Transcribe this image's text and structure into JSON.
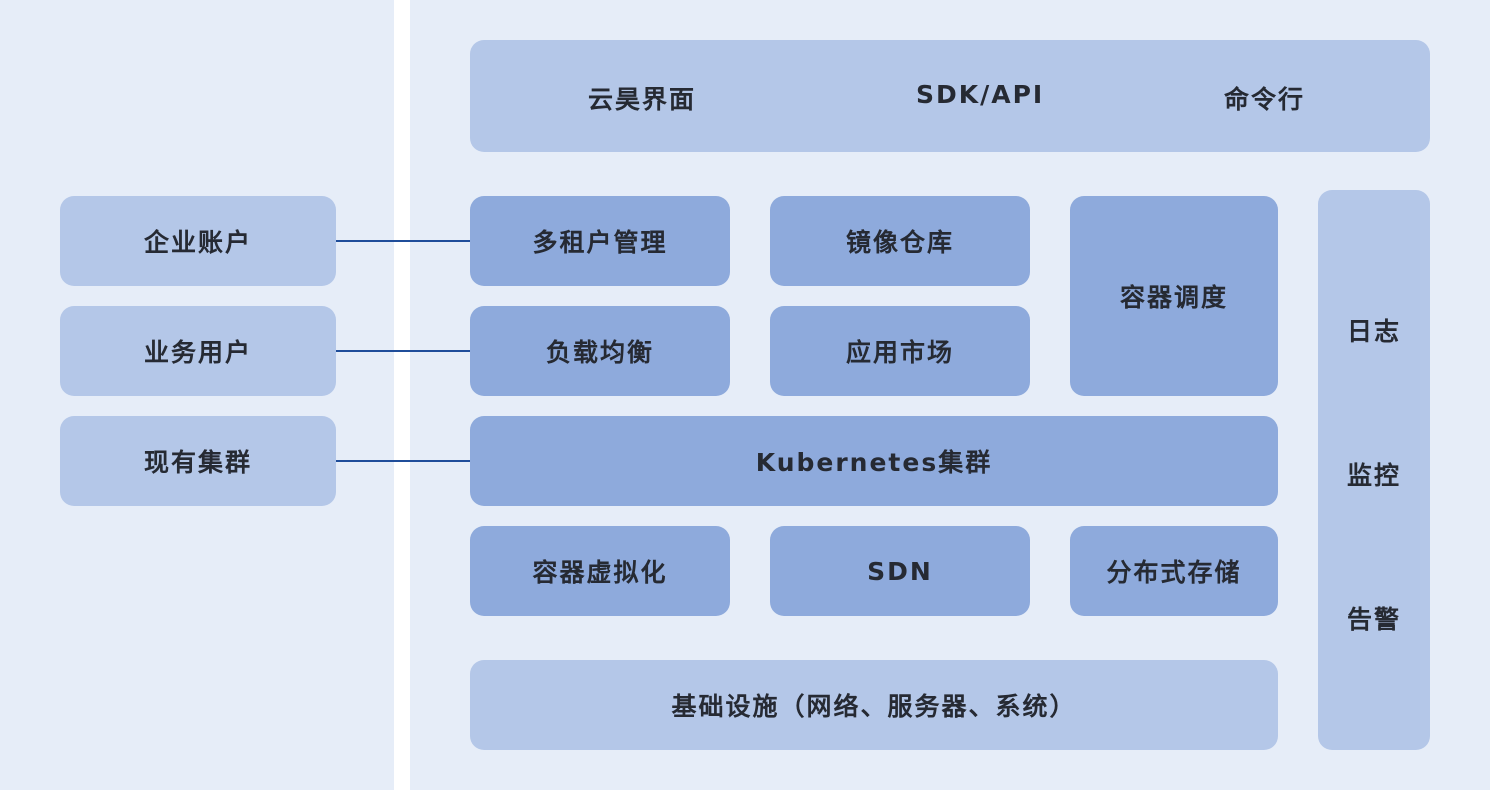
{
  "users": [
    {
      "label": "企业账户"
    },
    {
      "label": "业务用户"
    },
    {
      "label": "现有集群"
    }
  ],
  "access": [
    {
      "label": "云昊界面"
    },
    {
      "label": "SDK/API"
    },
    {
      "label": "命令行"
    }
  ],
  "services": {
    "multi_tenant": "多租户管理",
    "image_repo": "镜像仓库",
    "scheduling": "容器调度",
    "load_balance": "负载均衡",
    "app_market": "应用市场"
  },
  "kubernetes": "Kubernetes集群",
  "runtime": {
    "virtualization": "容器虚拟化",
    "sdn": "SDN",
    "storage": "分布式存储"
  },
  "infrastructure": "基础设施（网络、服务器、系统）",
  "ops": [
    {
      "label": "日志"
    },
    {
      "label": "监控"
    },
    {
      "label": "告警"
    }
  ]
}
